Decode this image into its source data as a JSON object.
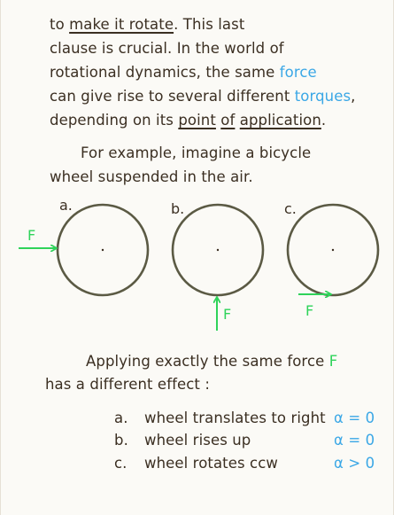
{
  "text": {
    "l1_a": "to ",
    "l1_b": "make it rotate",
    "l1_c": ". This last",
    "l2": "clause is crucial. In the world of",
    "l3_a": "rotational dynamics, the same ",
    "l3_b": "force",
    "l4_a": "can give rise to several different ",
    "l4_b": "torques",
    "l4_c": ",",
    "l5_a": "depending on its ",
    "l5_b": "point",
    "l5_c": " ",
    "l5_d": "of",
    "l5_e": " ",
    "l5_f": "application",
    "l5_g": ".",
    "l6": "For example, imagine a bicycle",
    "l7": "wheel suspended in the air."
  },
  "diagram": {
    "a_label": "a.",
    "b_label": "b.",
    "c_label": "c.",
    "force_label_a": "F",
    "force_label_b": "F",
    "force_label_c": "F"
  },
  "bottom": {
    "p1_a": "Applying exactly the same force ",
    "p1_b": "F",
    "p2": "has a different effect :",
    "items": [
      {
        "letter": "a.",
        "text": "wheel translates to right",
        "alpha": "α = 0"
      },
      {
        "letter": "b.",
        "text": "wheel rises up",
        "alpha": "α = 0"
      },
      {
        "letter": "c.",
        "text": "wheel rotates  ccw",
        "alpha": "α > 0"
      }
    ]
  },
  "colors": {
    "ink": "#3b2f22",
    "blue": "#3aa7e6",
    "green": "#2fd35a",
    "wheel": "#5b5a44"
  }
}
